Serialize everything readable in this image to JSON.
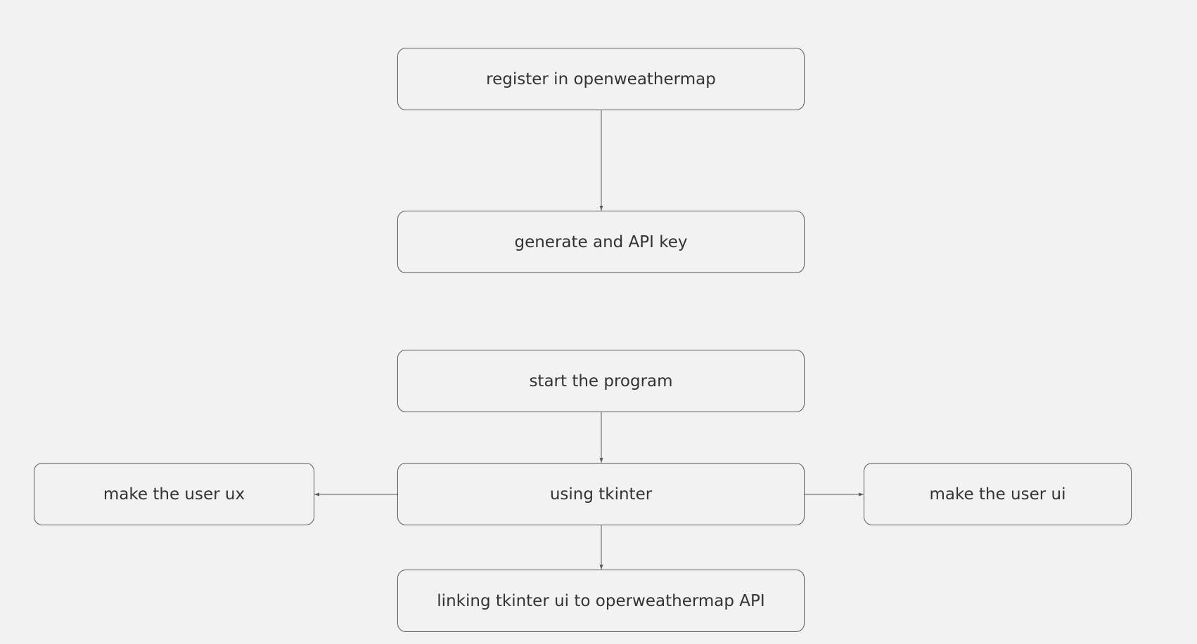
{
  "diagram": {
    "nodes": {
      "register": "register in openweathermap",
      "api_key": "generate and API key",
      "start": "start the program",
      "tkinter": "using tkinter",
      "user_ux": "make the user ux",
      "user_ui": "make the user ui",
      "link": "linking tkinter ui to operweathermap API"
    },
    "edges": [
      {
        "from": "register",
        "to": "api_key"
      },
      {
        "from": "start",
        "to": "tkinter"
      },
      {
        "from": "tkinter",
        "to": "user_ux"
      },
      {
        "from": "tkinter",
        "to": "user_ui"
      },
      {
        "from": "tkinter",
        "to": "link"
      }
    ],
    "colors": {
      "background": "#f2f2f2",
      "node_border": "#5a5a5a",
      "connector": "#5a5a5a",
      "text": "#333333"
    }
  }
}
